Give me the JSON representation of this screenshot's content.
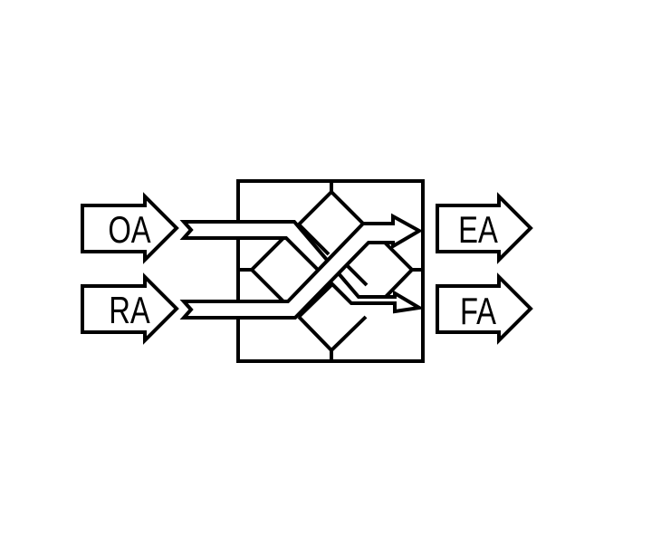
{
  "diagram": {
    "inputs": {
      "outdoor_air": "OA",
      "return_air": "RA"
    },
    "outputs": {
      "exhaust_air": "EA",
      "supply_air": "FA"
    },
    "colors": {
      "stroke": "#000000",
      "fill": "#ffffff"
    },
    "icon": "heat-recovery-cross-flow-exchanger-icon"
  }
}
